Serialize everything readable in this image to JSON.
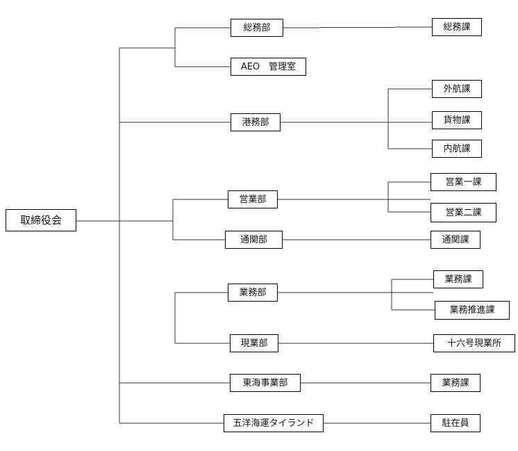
{
  "chart": {
    "root": "取締役会",
    "departments": {
      "somu": "総務部",
      "aeo": "AEO　管理室",
      "komu": "港務部",
      "eigyo": "営業部",
      "tsukan": "通関部",
      "gyomu": "業務部",
      "genba": "現業部",
      "tokai": "東海事業部",
      "goyo": "五洋海運タイランド"
    },
    "sections": {
      "somuka": "総務課",
      "gaikoka": "外航課",
      "kamotsuka": "貨物課",
      "naikoka": "内航課",
      "eigyo1": "営業一課",
      "eigyo2": "営業二課",
      "tsukanka": "通関課",
      "gyomuka": "業務課",
      "suishinka": "業務推進課",
      "juroku": "十六号現業所",
      "tokaigyomuka": "業務課",
      "chuzai": "駐在員"
    }
  }
}
